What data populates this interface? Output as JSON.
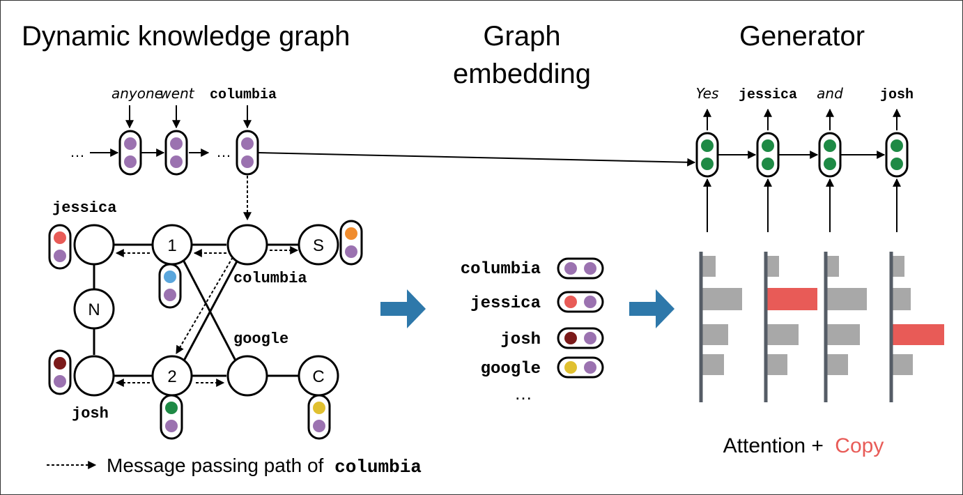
{
  "titles": {
    "graph": "Dynamic knowledge graph",
    "embedding": [
      "Graph",
      "embedding"
    ],
    "generator": "Generator"
  },
  "input_tokens": [
    "anyone",
    "went",
    "columbia"
  ],
  "ellipsis": "…",
  "graph_nodes": {
    "n1": "1",
    "n2": "2",
    "S": "S",
    "N": "N",
    "C": "C"
  },
  "graph_labels": {
    "jessica": "jessica",
    "columbia": "columbia",
    "google": "google",
    "josh": "josh"
  },
  "embedding_rows": [
    {
      "label": "columbia",
      "colors": [
        "#9b72b0",
        "#9b72b0"
      ]
    },
    {
      "label": "jessica",
      "colors": [
        "#e85b57",
        "#9b72b0"
      ]
    },
    {
      "label": "josh",
      "colors": [
        "#7b1a1a",
        "#9b72b0"
      ]
    },
    {
      "label": "google",
      "colors": [
        "#e0c030",
        "#9b72b0"
      ]
    }
  ],
  "output_tokens": [
    {
      "text": "Yes",
      "style": "italic"
    },
    {
      "text": "jessica",
      "style": "mono"
    },
    {
      "text": "and",
      "style": "italic"
    },
    {
      "text": "josh",
      "style": "mono"
    }
  ],
  "legend": {
    "prefix": "Message passing path of",
    "entity": "columbia"
  },
  "caption": {
    "attention": "Attention +",
    "copy": "Copy"
  },
  "colors": {
    "purple": "#9b72b0",
    "green": "#1e8a45",
    "red": "#e85b57",
    "orange": "#f08c2e",
    "blue": "#5aa6dc",
    "darkred": "#7b1a1a",
    "yellow": "#e0c030",
    "gray_bar": "#a8a8a8",
    "axis": "#555c66",
    "arrow_blue": "#2e78aa"
  }
}
